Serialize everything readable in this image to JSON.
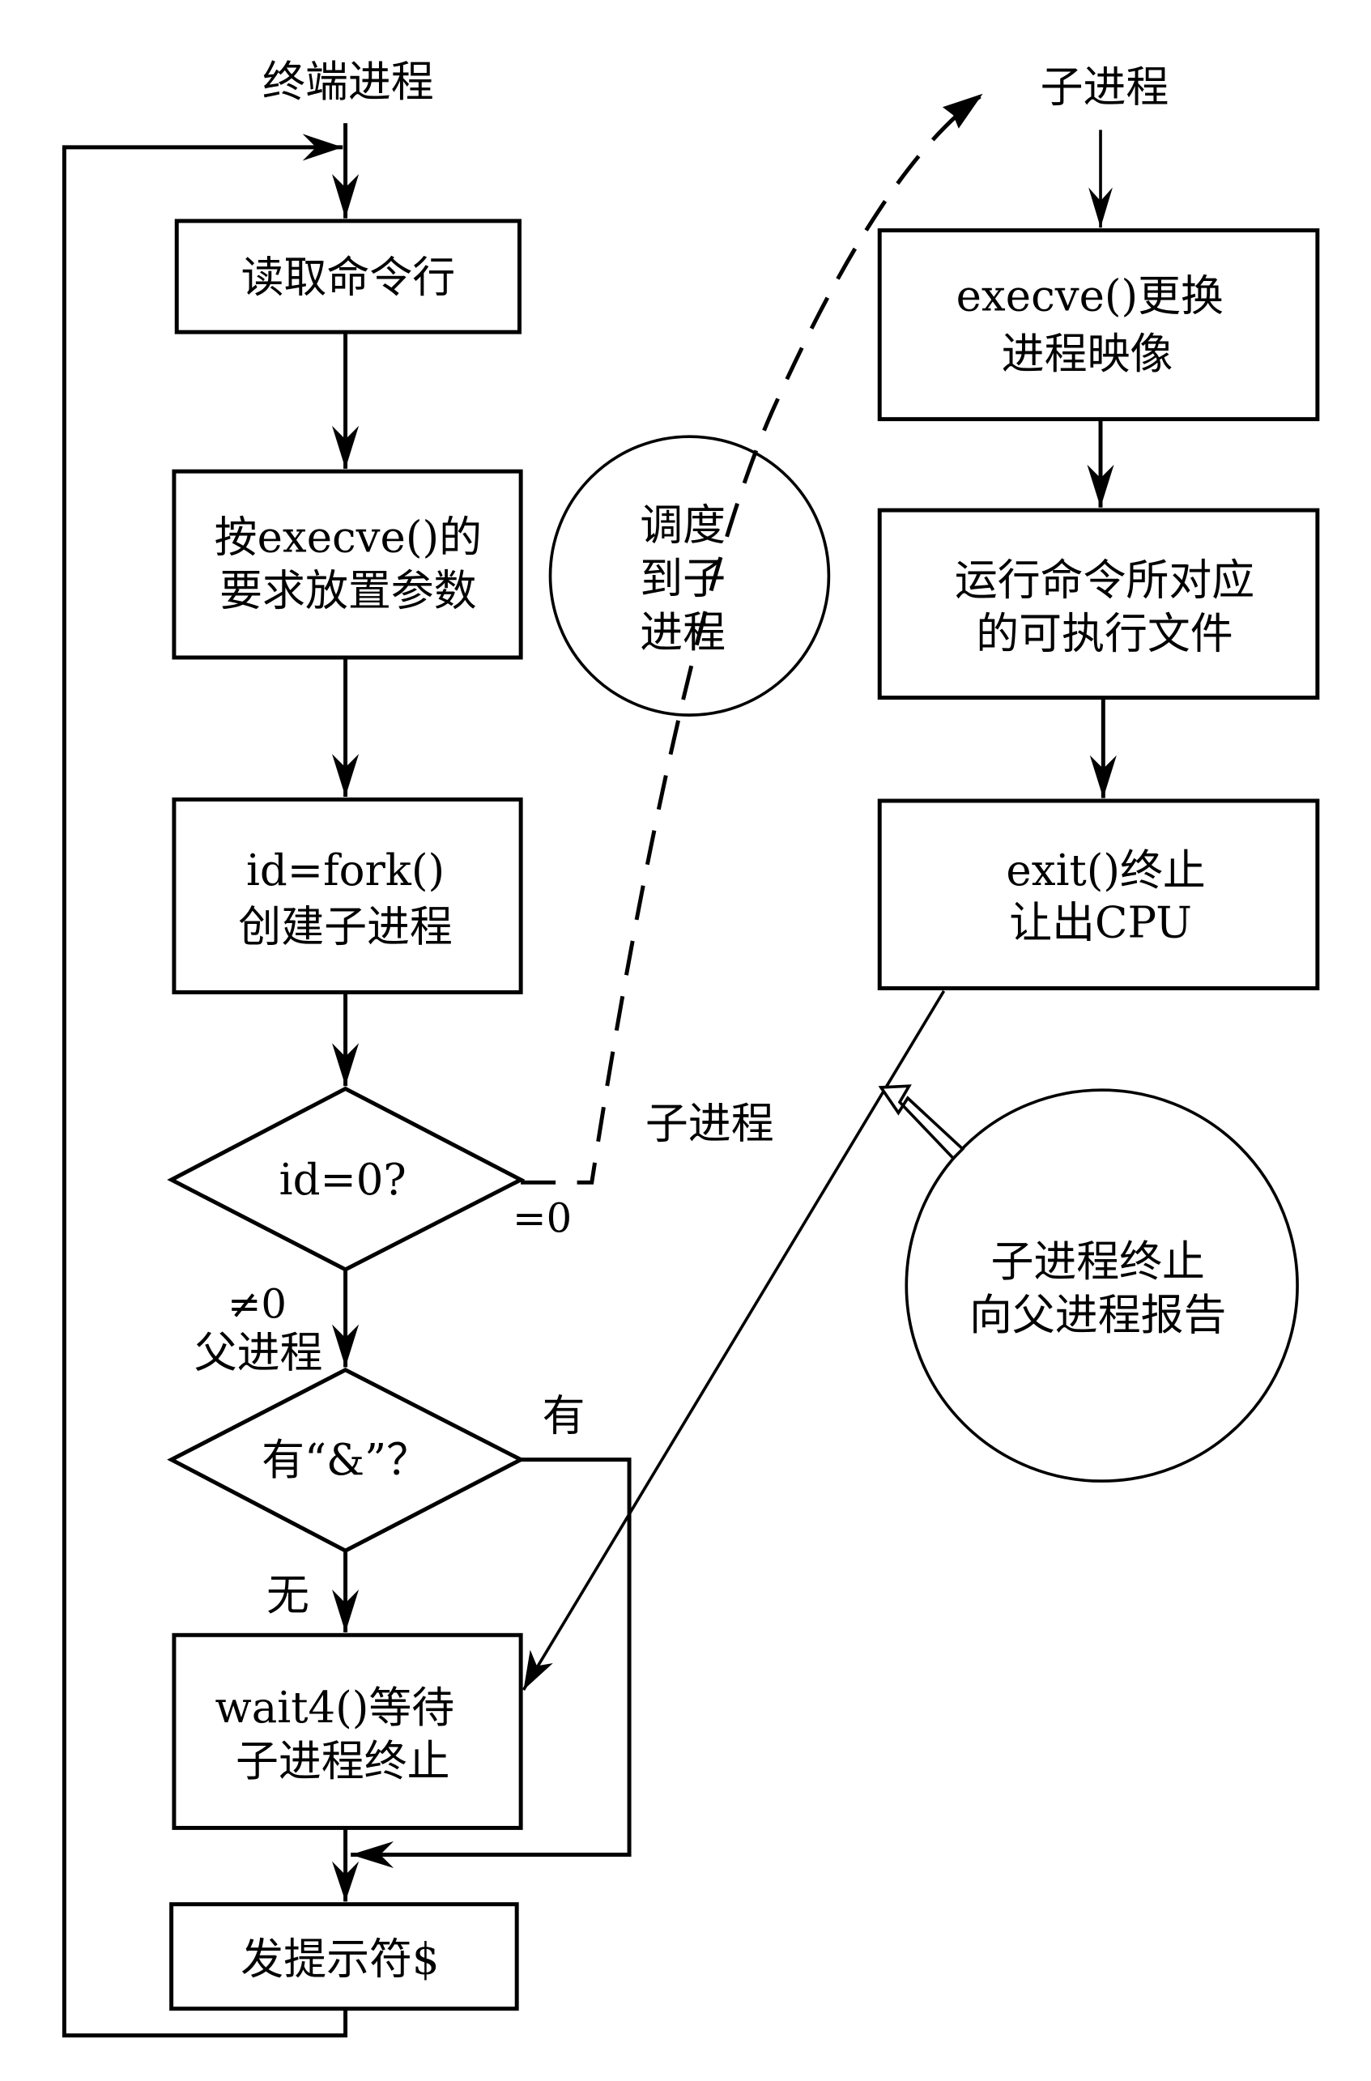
{
  "diagram": {
    "type": "flowchart",
    "colors": {
      "line": "#000000",
      "background": "#ffffff"
    },
    "terminal_process": {
      "title": "终端进程",
      "steps": {
        "read_command": "读取命令行",
        "prepare_args_line1": "按execve()的",
        "prepare_args_line2": "要求放置参数",
        "fork_line1": "id=fork()",
        "fork_line2": "创建子进程",
        "decision_id": "id=0?",
        "decision_ampersand": "有“&”？",
        "wait_line1": "wait4()等待",
        "wait_line2": "子进程终止",
        "prompt": "发提示符$"
      },
      "branch_labels": {
        "equals_zero": "=0",
        "not_zero": "≠0",
        "parent_process": "父进程",
        "child_process": "子进程",
        "has": "有",
        "none": "无"
      }
    },
    "child_process": {
      "title": "子进程",
      "steps": {
        "execve_line1": "execve()更换",
        "execve_line2": "进程映像",
        "run_line1": "运行命令所对应",
        "run_line2": "的可执行文件",
        "exit_line1": "exit()终止",
        "exit_line2": "让出CPU"
      }
    },
    "annotations": {
      "schedule_line1": "调度",
      "schedule_line2": "到子",
      "schedule_line3": "进程",
      "report_line1": "子进程终止",
      "report_line2": "向父进程报告"
    }
  }
}
